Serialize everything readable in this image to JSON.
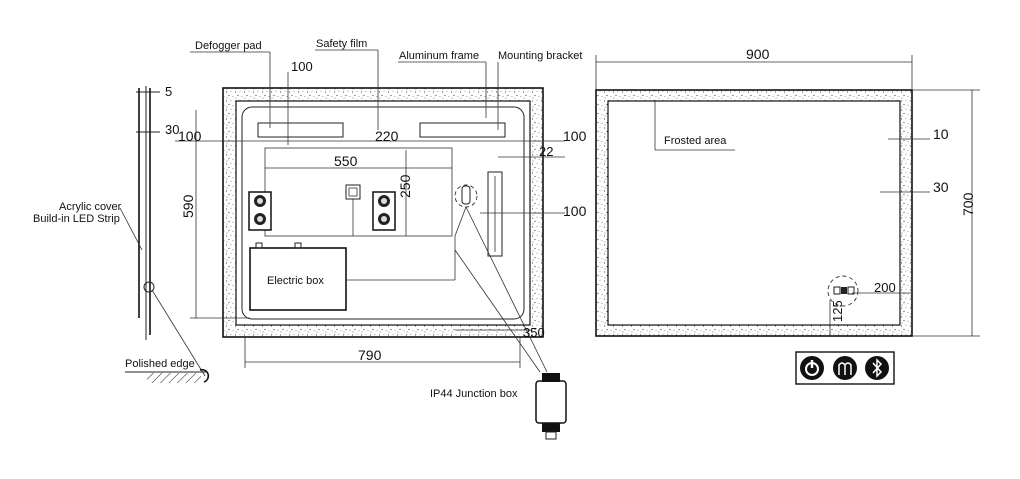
{
  "labels": {
    "defogger_pad": "Defogger pad",
    "safety_film": "Safety film",
    "aluminum_frame": "Aluminum frame",
    "mounting_bracket": "Mounting bracket",
    "acrylic_cover": "Acrylic cover",
    "led_strip": "Build-in LED Strip",
    "electric_box": "Electric box",
    "polished_edge": "Polished edge",
    "junction_box": "IP44 Junction box",
    "frosted_area": "Frosted area"
  },
  "dimensions": {
    "side_5": "5",
    "side_30": "30",
    "left_100": "100",
    "top_100": "100",
    "top_220": "220",
    "width_550": "550",
    "height_250": "250",
    "height_590": "590",
    "right_100a": "100",
    "right_22": "22",
    "right_100b": "100",
    "bottom_350": "350",
    "bottom_790": "790",
    "back_900": "900",
    "back_700": "700",
    "back_10": "10",
    "back_30": "30",
    "back_200": "200",
    "back_125": "125"
  },
  "icons": [
    "power-icon",
    "defogger-icon",
    "bluetooth-icon"
  ],
  "colors": {
    "line": "#222222",
    "background": "#ffffff"
  }
}
